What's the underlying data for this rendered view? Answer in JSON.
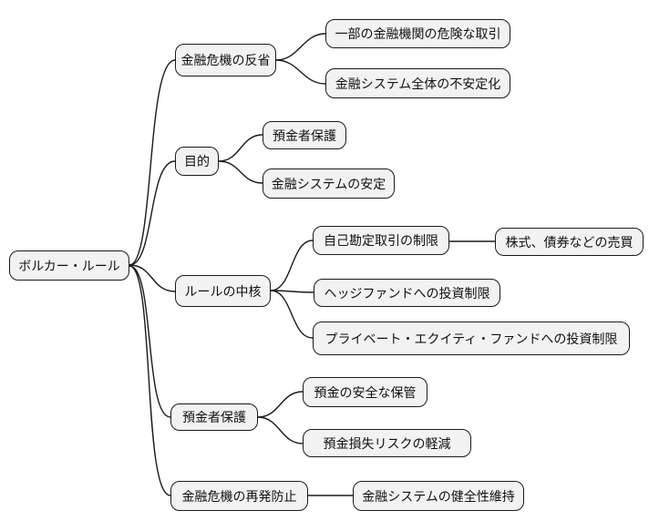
{
  "colors": {
    "background": "#ffffff",
    "node_fill": "#f2f2f2",
    "node_border": "#1a1a1a",
    "connector": "#1a1a1a",
    "text": "#111111"
  },
  "mindmap": {
    "root": {
      "label": "ボルカー・ルール",
      "children": [
        {
          "label": "金融危機の反省",
          "children": [
            {
              "label": "一部の金融機関の危険な取引"
            },
            {
              "label": "金融システム全体の不安定化"
            }
          ]
        },
        {
          "label": "目的",
          "children": [
            {
              "label": "預金者保護"
            },
            {
              "label": "金融システムの安定"
            }
          ]
        },
        {
          "label": "ルールの中核",
          "children": [
            {
              "label": "自己勘定取引の制限",
              "children": [
                {
                  "label": "株式、債券などの売買"
                }
              ]
            },
            {
              "label": "ヘッジファンドへの投資制限"
            },
            {
              "label": "プライベート・エクイティ・ファンドへの投資制限"
            }
          ]
        },
        {
          "label": "預金者保護",
          "children": [
            {
              "label": "預金の安全な保管"
            },
            {
              "label": "預金損失リスクの軽減"
            }
          ]
        },
        {
          "label": "金融危機の再発防止",
          "children": [
            {
              "label": "金融システムの健全性維持"
            }
          ]
        }
      ]
    }
  }
}
